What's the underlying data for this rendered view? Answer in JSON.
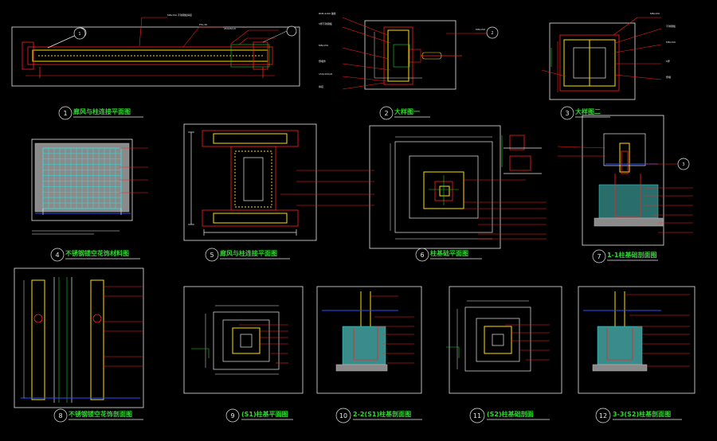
{
  "drawings": [
    {
      "id": "1",
      "title": "廊风与柱连接平面图"
    },
    {
      "id": "2",
      "title": "大样图一"
    },
    {
      "id": "3",
      "title": "大样图二"
    },
    {
      "id": "4",
      "title": "不锈钢镂空花饰材料图"
    },
    {
      "id": "5",
      "title": "廊风与柱连接平面图"
    },
    {
      "id": "6",
      "title": "柱基础平面图"
    },
    {
      "id": "7",
      "title": "1-1柱基础剖面图"
    },
    {
      "id": "8",
      "title": "不锈钢镂空花饰剖面图"
    },
    {
      "id": "9",
      "title": "(S1)柱基平面图"
    },
    {
      "id": "10",
      "title": "2-2(S1)柱基剖面图"
    },
    {
      "id": "11",
      "title": "(S2)柱基础剖面"
    },
    {
      "id": "12",
      "title": "3-3(S2)柱基剖面图"
    }
  ],
  "section_marks": [
    "1",
    "2",
    "3"
  ],
  "colors": {
    "background": "#000000",
    "frame": "#e8e8e8",
    "title": "#2bd92b",
    "leader": "#ff2020",
    "member": "#ffe000",
    "concrete": "#3a8c8a",
    "ground": "#2a50ff"
  }
}
